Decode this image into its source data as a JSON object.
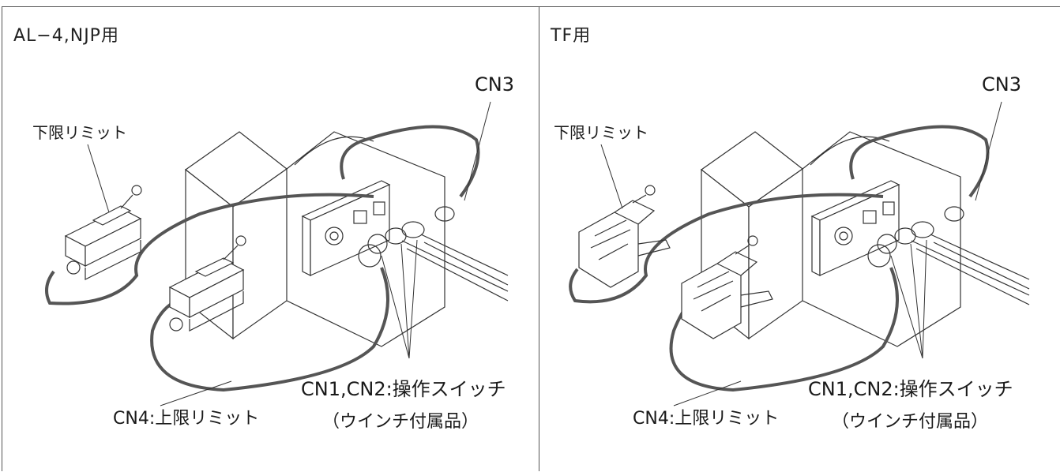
{
  "panels": [
    {
      "title": "AL−4,NJP用",
      "labels": {
        "cn3": "CN3",
        "lower_limit": "下限リミット",
        "cn4": "CN4:上限リミット",
        "cn1_cn2": "CN1,CN2:操作スイッチ",
        "winch_accessory": "（ウインチ付属品）"
      }
    },
    {
      "title": "TF用",
      "labels": {
        "cn3": "CN3",
        "lower_limit": "下限リミット",
        "cn4": "CN4:上限リミット",
        "cn1_cn2": "CN1,CN2:操作スイッチ",
        "winch_accessory": "（ウインチ付属品）"
      }
    }
  ]
}
